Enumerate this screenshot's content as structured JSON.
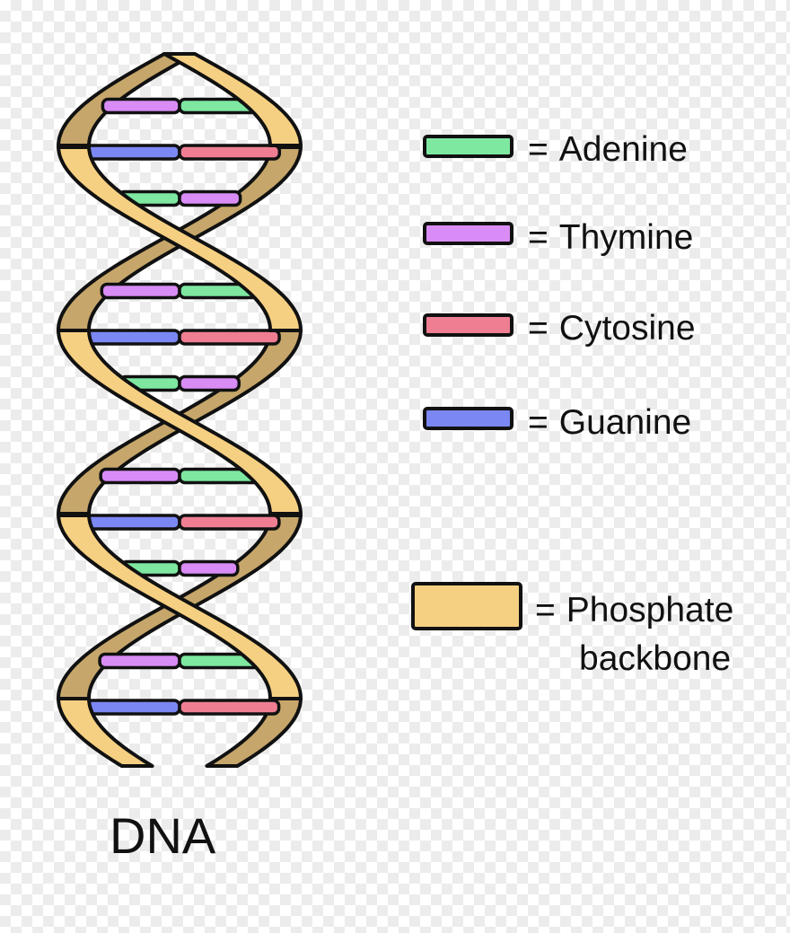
{
  "diagram": {
    "title": "DNA",
    "legend": [
      {
        "symbol": "=",
        "label": "Adenine",
        "color": "#7ee8a1"
      },
      {
        "symbol": "=",
        "label": "Thymine",
        "color": "#d98cf5"
      },
      {
        "symbol": "=",
        "label": "Cytosine",
        "color": "#f07e93"
      },
      {
        "symbol": "=",
        "label": "Guanine",
        "color": "#7b87f2"
      },
      {
        "symbol": "=",
        "label_line1": "Phosphate",
        "label_line2": "backbone",
        "color": "#f6d082"
      }
    ],
    "backbone_back_color": "#c6a66a",
    "outline_color": "#111111"
  }
}
